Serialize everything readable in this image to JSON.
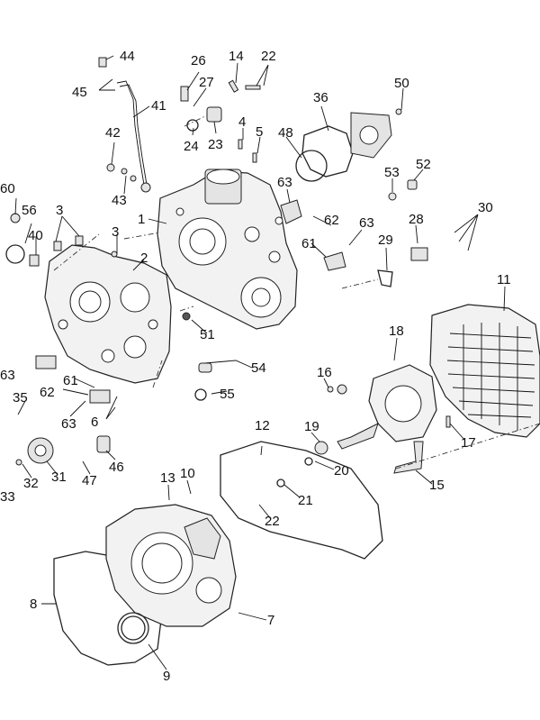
{
  "callouts": [
    {
      "id": "c1",
      "label": "1"
    },
    {
      "id": "c2",
      "label": "2"
    },
    {
      "id": "c3a",
      "label": "3"
    },
    {
      "id": "c3b",
      "label": "3"
    },
    {
      "id": "c4",
      "label": "4"
    },
    {
      "id": "c5",
      "label": "5"
    },
    {
      "id": "c6",
      "label": "6"
    },
    {
      "id": "c7",
      "label": "7"
    },
    {
      "id": "c8",
      "label": "8"
    },
    {
      "id": "c9",
      "label": "9"
    },
    {
      "id": "c10",
      "label": "10"
    },
    {
      "id": "c11",
      "label": "11"
    },
    {
      "id": "c12",
      "label": "12"
    },
    {
      "id": "c13",
      "label": "13"
    },
    {
      "id": "c14",
      "label": "14"
    },
    {
      "id": "c15",
      "label": "15"
    },
    {
      "id": "c16",
      "label": "16"
    },
    {
      "id": "c17",
      "label": "17"
    },
    {
      "id": "c18",
      "label": "18"
    },
    {
      "id": "c19",
      "label": "19"
    },
    {
      "id": "c20",
      "label": "20"
    },
    {
      "id": "c21",
      "label": "21"
    },
    {
      "id": "c22a",
      "label": "22"
    },
    {
      "id": "c22b",
      "label": "22"
    },
    {
      "id": "c23",
      "label": "23"
    },
    {
      "id": "c24",
      "label": "24"
    },
    {
      "id": "c26",
      "label": "26"
    },
    {
      "id": "c27",
      "label": "27"
    },
    {
      "id": "c28",
      "label": "28"
    },
    {
      "id": "c29",
      "label": "29"
    },
    {
      "id": "c30",
      "label": "30"
    },
    {
      "id": "c31",
      "label": "31"
    },
    {
      "id": "c32",
      "label": "32"
    },
    {
      "id": "c33",
      "label": "33"
    },
    {
      "id": "c35",
      "label": "35"
    },
    {
      "id": "c36",
      "label": "36"
    },
    {
      "id": "c40",
      "label": "40"
    },
    {
      "id": "c41",
      "label": "41"
    },
    {
      "id": "c42",
      "label": "42"
    },
    {
      "id": "c43",
      "label": "43"
    },
    {
      "id": "c44",
      "label": "44"
    },
    {
      "id": "c45",
      "label": "45"
    },
    {
      "id": "c46",
      "label": "46"
    },
    {
      "id": "c47",
      "label": "47"
    },
    {
      "id": "c48",
      "label": "48"
    },
    {
      "id": "c50",
      "label": "50"
    },
    {
      "id": "c51",
      "label": "51"
    },
    {
      "id": "c52",
      "label": "52"
    },
    {
      "id": "c53a",
      "label": "53"
    },
    {
      "id": "c53b",
      "label": "63"
    },
    {
      "id": "c54",
      "label": "54"
    },
    {
      "id": "c55",
      "label": "55"
    },
    {
      "id": "c56",
      "label": "56"
    },
    {
      "id": "c60",
      "label": "60"
    },
    {
      "id": "c61a",
      "label": "61"
    },
    {
      "id": "c61b",
      "label": "61"
    },
    {
      "id": "c62a",
      "label": "62"
    },
    {
      "id": "c62b",
      "label": "62"
    },
    {
      "id": "c63a",
      "label": "63"
    },
    {
      "id": "c63b",
      "label": "63"
    },
    {
      "id": "c63c",
      "label": "63"
    }
  ]
}
